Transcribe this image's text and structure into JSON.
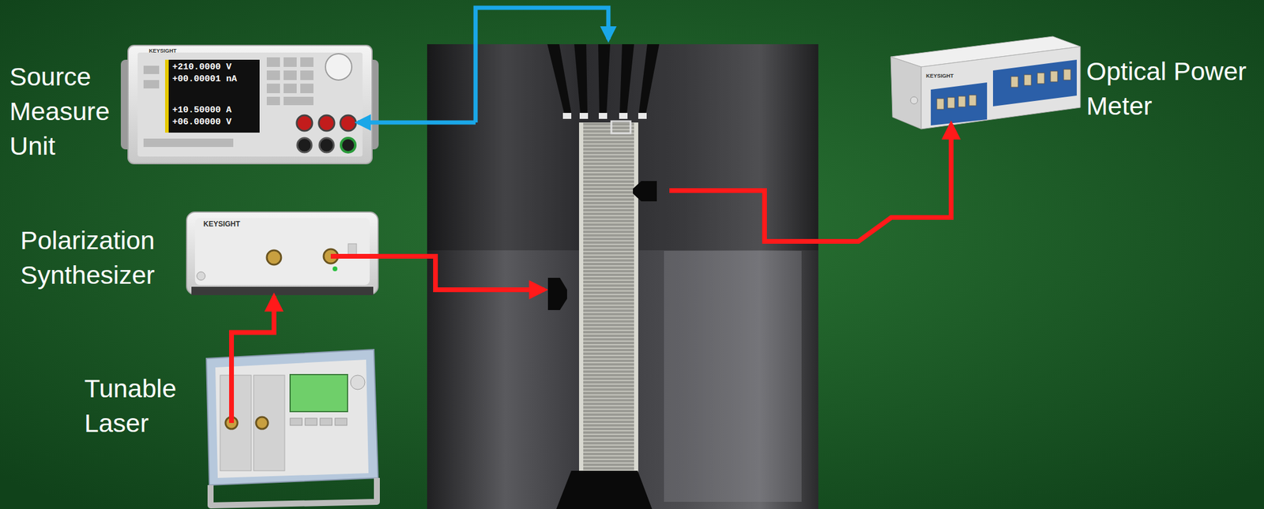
{
  "diagram": {
    "nodes": [
      {
        "text": [
          "Source Measure Unit"
        ]
      },
      {
        "text": [
          "Polarization Synthesizer"
        ]
      },
      {
        "text": [
          "Tunable Laser"
        ]
      },
      {
        "text": [
          "Optical Power Meter"
        ]
      }
    ],
    "edges": [
      {
        "from": 2,
        "to": 1,
        "arrow": "to"
      }
    ],
    "labels": [
      "KEYSIGHT",
      "+210.0000 V",
      "+00.00001 nA",
      "+10.50000 A",
      "+06.00000 V",
      "KEYSIGHT",
      "KEYSIGHT"
    ]
  }
}
